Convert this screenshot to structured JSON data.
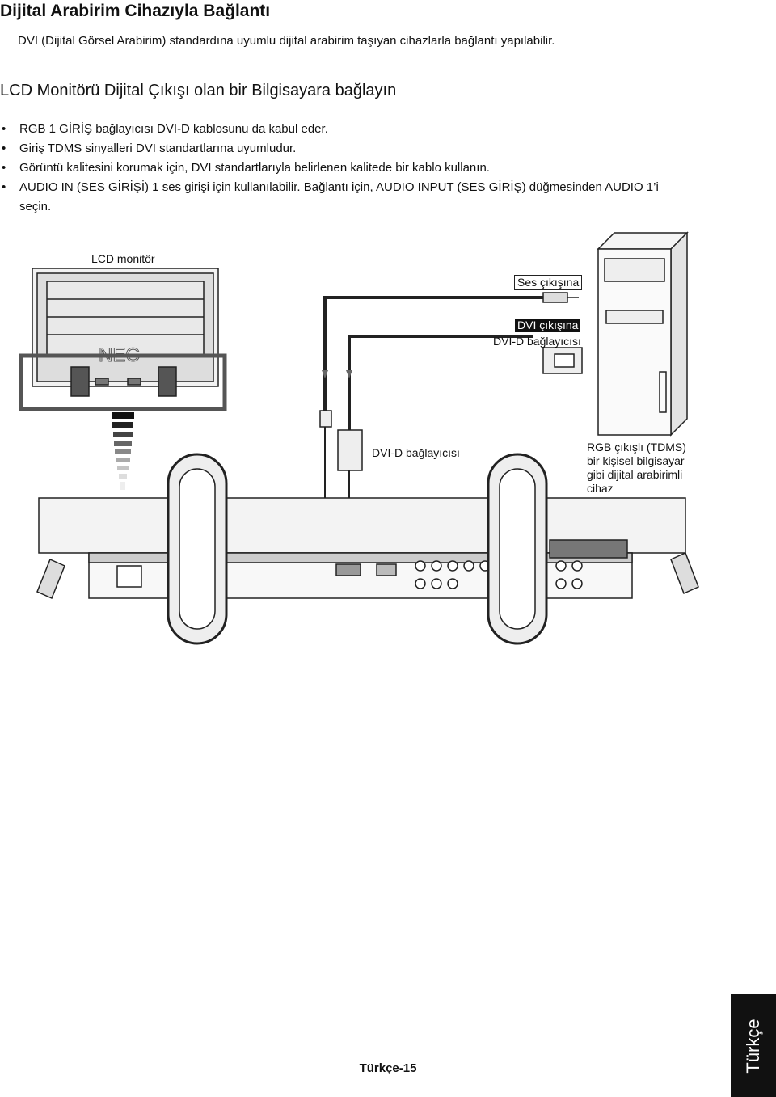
{
  "title": "Dijital Arabirim Cihazıyla Bağlantı",
  "intro": "DVI (Dijital Görsel Arabirim) standardına uyumlu dijital arabirim taşıyan cihazlarla bağlantı yapılabilir.",
  "section_heading": "LCD Monitörü Dijital Çıkışı olan bir Bilgisayara bağlayın",
  "bullets": [
    "RGB 1 GİRİŞ bağlayıcısı DVI-D kablosunu da kabul eder.",
    "Giriş TDMS sinyalleri DVI standartlarına uyumludur.",
    "Görüntü kalitesini korumak için, DVI standartlarıyla belirlenen kalitede bir kablo kullanın.",
    "AUDIO IN (SES GİRİŞİ) 1 ses girişi için kullanılabilir. Bağlantı için, AUDIO INPUT (SES GİRİŞ) düğmesinden AUDIO 1’i seçin."
  ],
  "diagram": {
    "monitor_label": "LCD monitör",
    "monitor_logo": "NEC",
    "audio_out_label": "Ses çıkışına",
    "dvi_out_label": "DVI çıkışına",
    "dvi_d_connector_pc": "DVI-D bağlayıcısı",
    "dvi_d_connector_monitor": "DVI-D bağlayıcısı",
    "pc_label_lines": [
      "RGB çıkışlı (TDMS)",
      "bir kişisel bilgisayar",
      "gibi dijital arabirimli",
      "cihaz"
    ]
  },
  "footer": {
    "page": "Türkçe-15",
    "language_tab": "Türkçe"
  }
}
